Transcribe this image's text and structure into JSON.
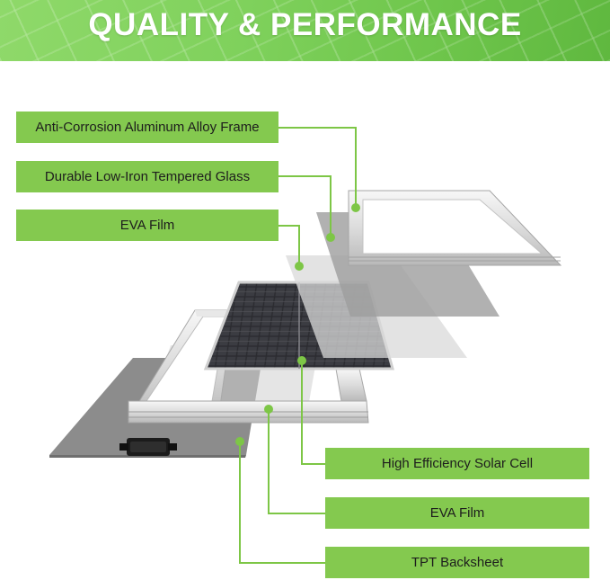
{
  "header": {
    "title": "QUALITY & PERFORMANCE"
  },
  "labels": {
    "frame": "Anti-Corrosion Aluminum Alloy Frame",
    "glass": "Durable Low-Iron Tempered Glass",
    "eva_top": "EVA Film",
    "solar_cell": "High Efficiency Solar Cell",
    "eva_bottom": "EVA Film",
    "backsheet": "TPT Backsheet"
  },
  "colors": {
    "accent_green": "#84c94f",
    "connector_green": "#7dc646",
    "banner_text": "#ffffff"
  }
}
